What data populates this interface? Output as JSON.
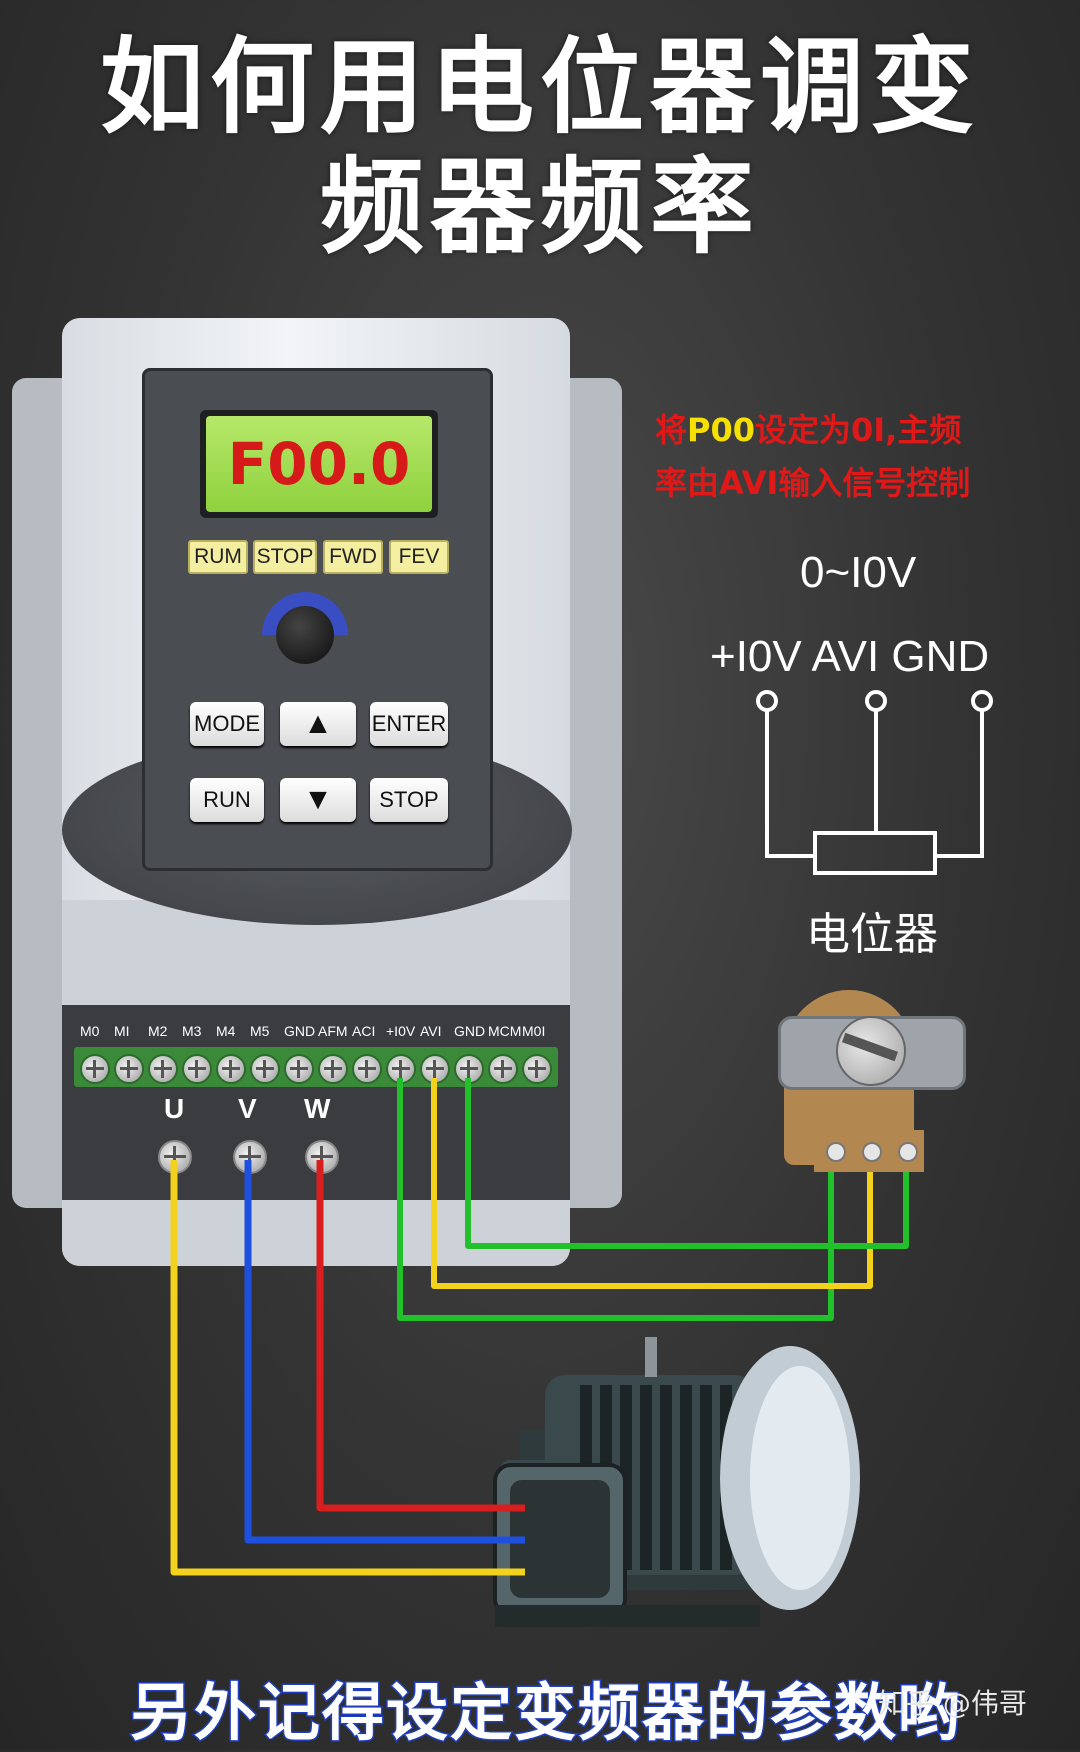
{
  "title": {
    "line1": "如何用电位器调变",
    "line2": "频器频率"
  },
  "display": {
    "reading": "F00.0"
  },
  "leds": [
    "RUM",
    "STOP",
    "FWD",
    "FEV"
  ],
  "keys": {
    "mode": "MODE",
    "enter": "ENTER",
    "run": "RUN",
    "stop": "STOP",
    "up": "▲",
    "down": "▼"
  },
  "terminal_labels": [
    "M0",
    "MI",
    "M2",
    "M3",
    "M4",
    "M5",
    "GND",
    "AFM",
    "ACI",
    "+I0V",
    "AVI",
    "GND",
    "MCM",
    "M0I"
  ],
  "motor_terminals": [
    "U",
    "V",
    "W"
  ],
  "note": {
    "line1_pre": "将",
    "line1_hl": "P00",
    "line1_post": "设定为0I,主频",
    "line2": "率由AVI输入信号控制"
  },
  "range": "0~I0V",
  "pins": "+I0V AVI GND",
  "pot_label": "电位器",
  "bottom_text": "另外记得设定变频器的参数哟",
  "watermark": "知乎 @伟哥",
  "colors": {
    "yellow": "#f2d21c",
    "blue": "#1e50e0",
    "red": "#d81e1e",
    "green": "#22c02a",
    "note_red": "#e01818",
    "note_highlight": "#f5e000",
    "lcd": "#9fdc50"
  }
}
